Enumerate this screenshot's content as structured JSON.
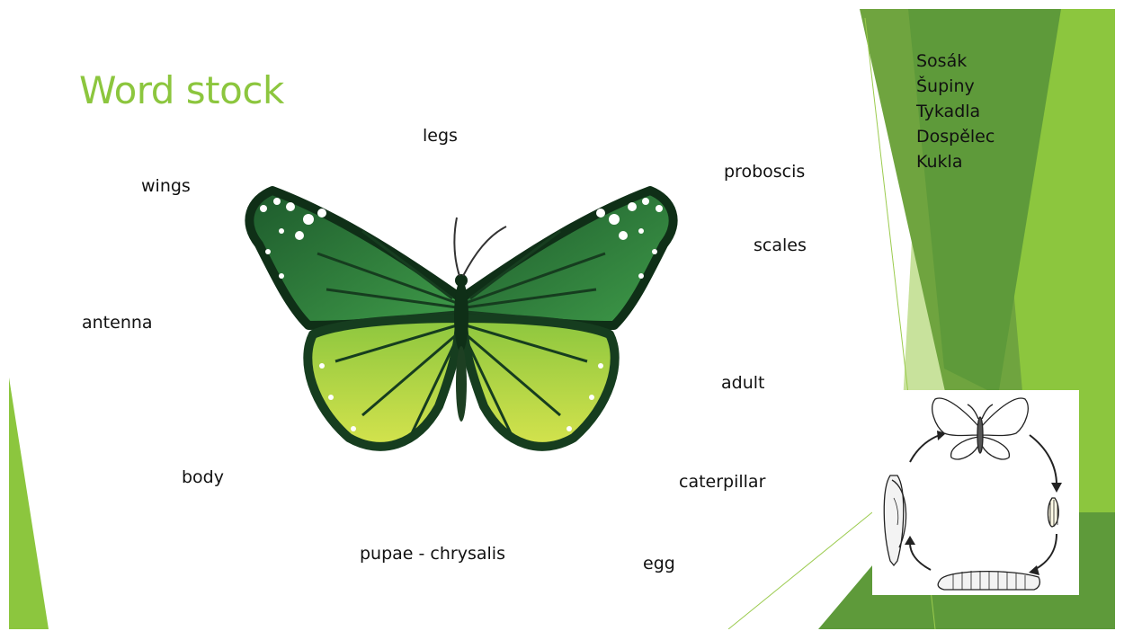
{
  "slide": {
    "title": "Word stock",
    "words": {
      "legs": "legs",
      "wings": "wings",
      "proboscis": "proboscis",
      "scales": "scales",
      "antenna": "antenna",
      "adult": "adult",
      "body": "body",
      "caterpillar": "caterpillar",
      "pupae": "pupae - chrysalis",
      "egg": "egg"
    },
    "czech_words": [
      "Sosák",
      "Šupiny",
      "Tykadla",
      "Dospělec",
      "Kukla"
    ]
  },
  "theme": {
    "title_color": "#8cc63e",
    "accent_light": "#9bcb4e",
    "accent_dark": "#5e9a3a",
    "text_color": "#111111"
  },
  "images": {
    "butterfly": "green-butterfly-illustration",
    "lifecycle": "butterfly-life-cycle-diagram"
  }
}
